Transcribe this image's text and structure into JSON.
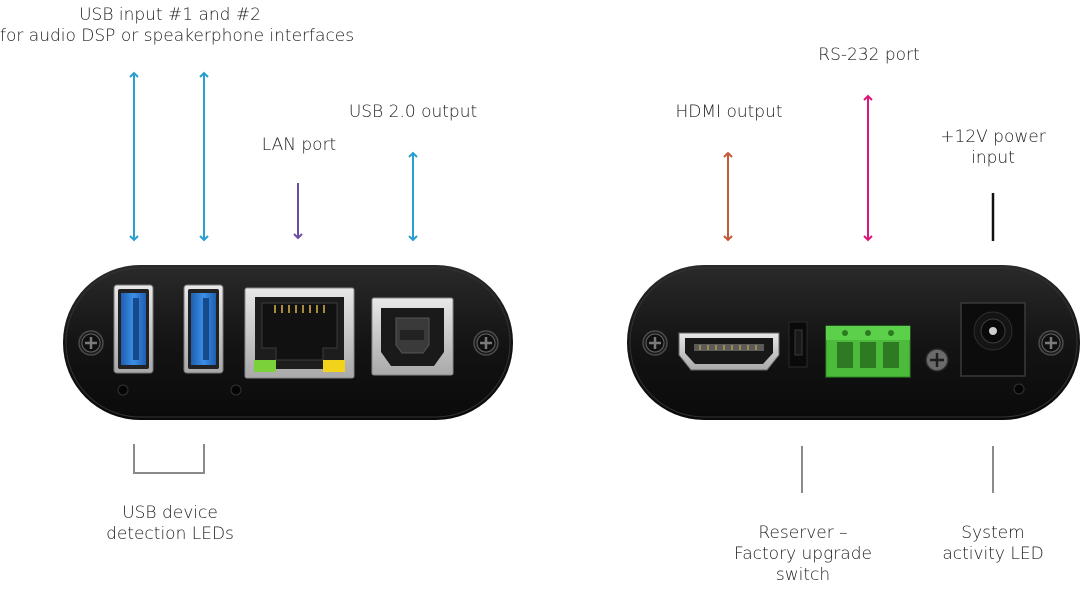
{
  "labels": {
    "usb_inputs": [
      "USB input #1 and #2",
      "for audio DSP or speakerphone interfaces"
    ],
    "lan_port": "LAN port",
    "usb_output": "USB 2.0 output",
    "usb_leds": [
      "USB device",
      "detection LEDs"
    ],
    "hdmi_output": "HDMI output",
    "rs232_port": "RS-232 port",
    "power_input": [
      "+12V power",
      "input"
    ],
    "reserver_switch": [
      "Reserver –",
      "Factory upgrade",
      "switch"
    ],
    "system_led": [
      "System",
      "activity LED"
    ]
  },
  "colors": {
    "usb_arrow": "#2a9fd0",
    "lan_arrow": "#6a4e9e",
    "hdmi_arrow": "#c45a35",
    "rs232_arrow": "#e0157a",
    "leader_gray": "#8a8a8a",
    "power_line": "#111111",
    "device_body": "#141414",
    "usb_port_blue": "#2f7fd6",
    "lan_led_green": "#7ad13a",
    "lan_led_yellow": "#f2d21b",
    "terminal_green": "#4cbb3c"
  },
  "icons": {
    "screws": "phillips-screw-icon"
  }
}
